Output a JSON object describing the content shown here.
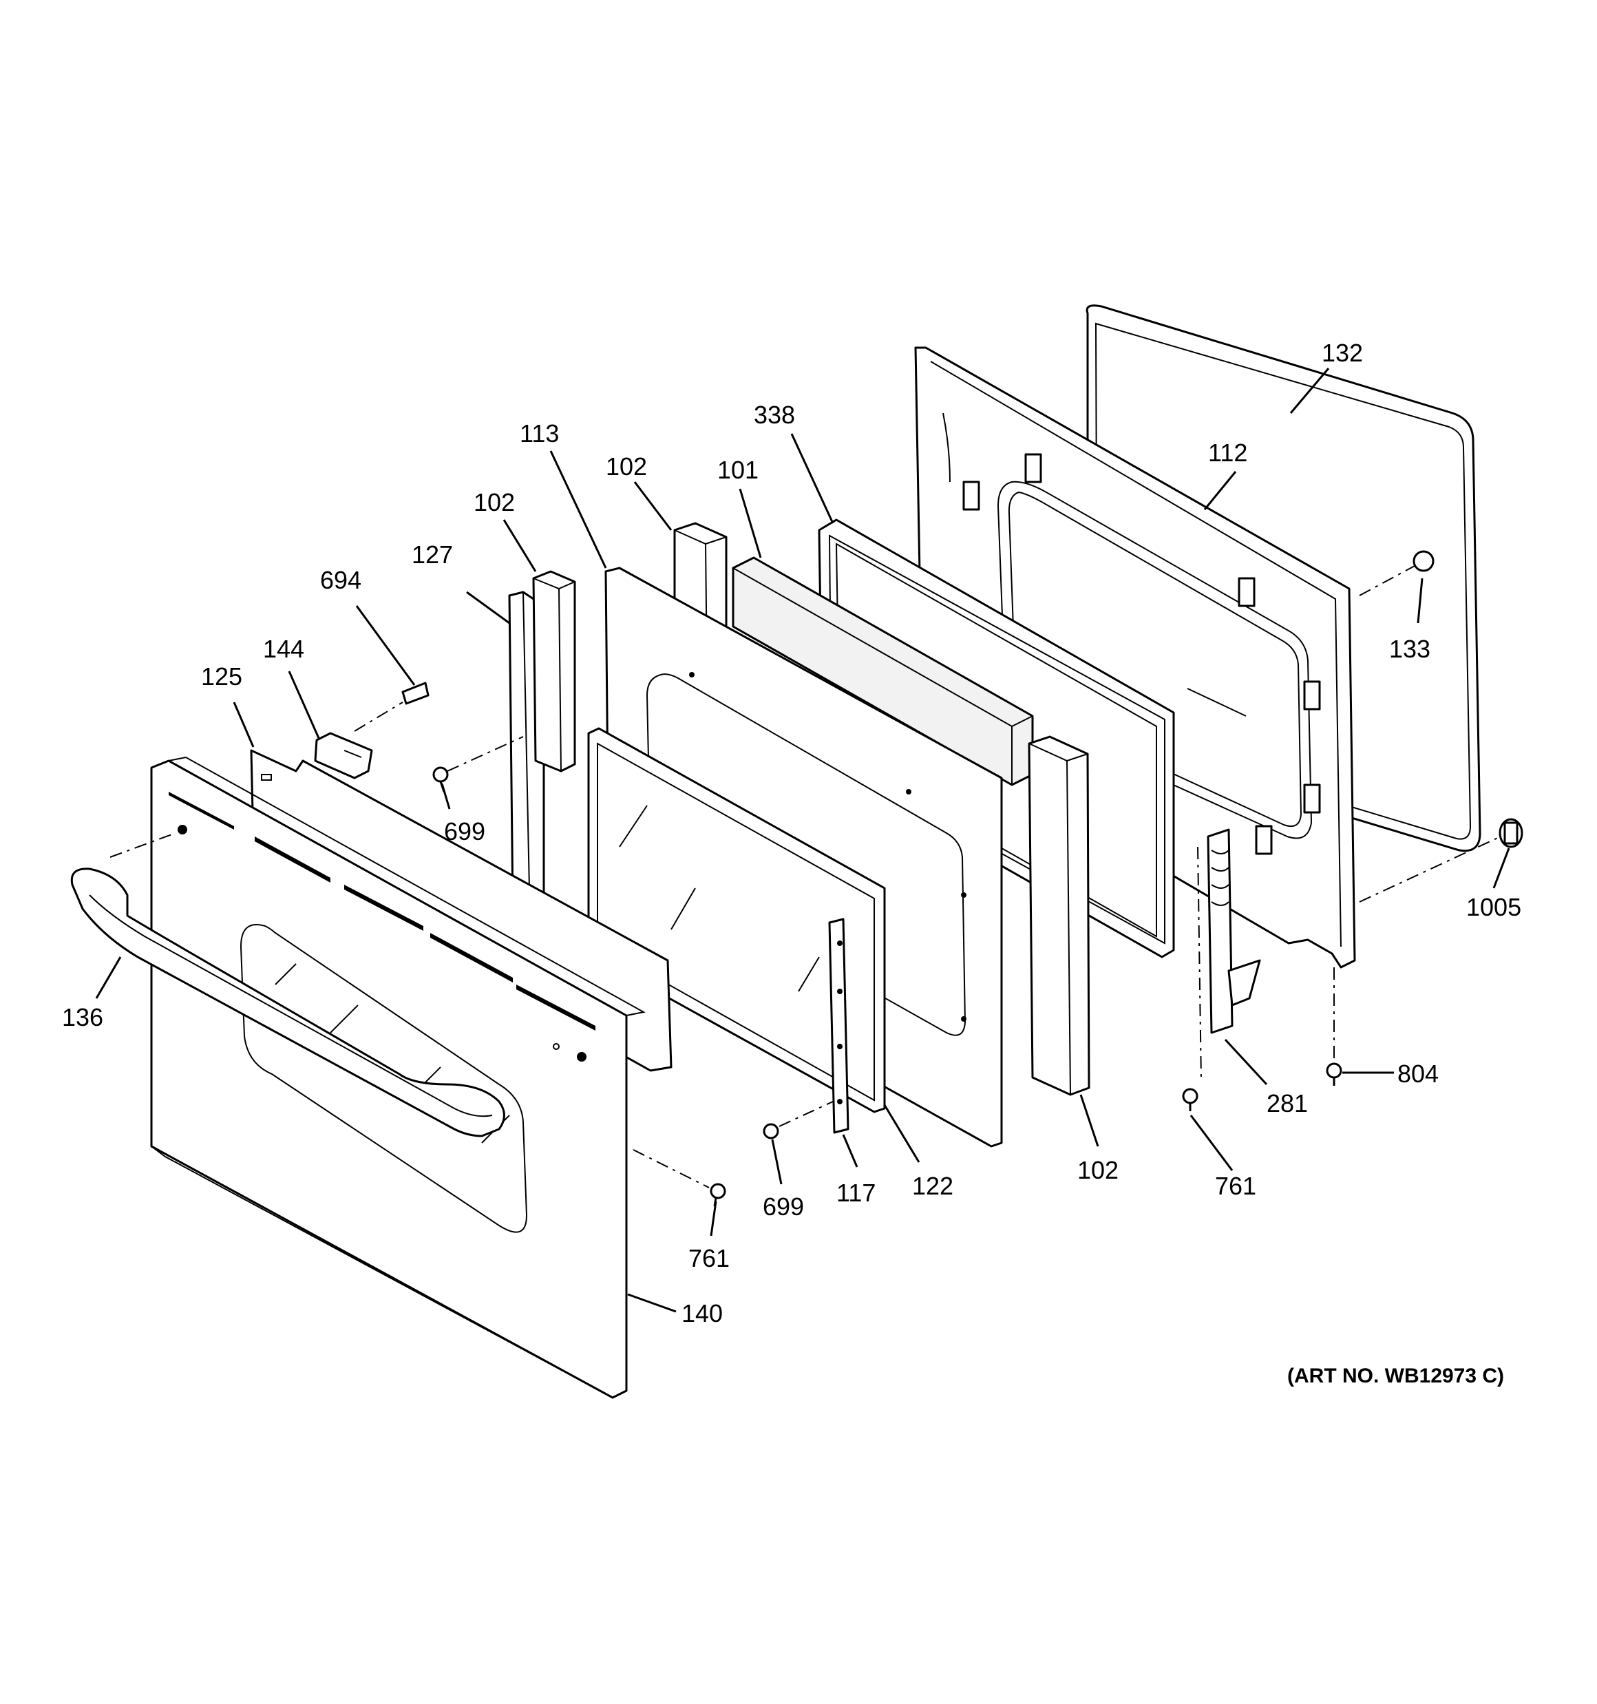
{
  "diagram": {
    "art_number": "(ART NO. WB12973 C)",
    "callouts": [
      {
        "id": "c132",
        "text": "132"
      },
      {
        "id": "c112",
        "text": "112"
      },
      {
        "id": "c133",
        "text": "133"
      },
      {
        "id": "c338",
        "text": "338"
      },
      {
        "id": "c101",
        "text": "101"
      },
      {
        "id": "c102a",
        "text": "102"
      },
      {
        "id": "c113",
        "text": "113"
      },
      {
        "id": "c102b",
        "text": "102"
      },
      {
        "id": "c127",
        "text": "127"
      },
      {
        "id": "c694",
        "text": "694"
      },
      {
        "id": "c144",
        "text": "144"
      },
      {
        "id": "c125",
        "text": "125"
      },
      {
        "id": "c699a",
        "text": "699"
      },
      {
        "id": "c1005",
        "text": "1005"
      },
      {
        "id": "c136",
        "text": "136"
      },
      {
        "id": "c804",
        "text": "804"
      },
      {
        "id": "c281",
        "text": "281"
      },
      {
        "id": "c102c",
        "text": "102"
      },
      {
        "id": "c122",
        "text": "122"
      },
      {
        "id": "c117",
        "text": "117"
      },
      {
        "id": "c699b",
        "text": "699"
      },
      {
        "id": "c761a",
        "text": "761"
      },
      {
        "id": "c761b",
        "text": "761"
      },
      {
        "id": "c140",
        "text": "140"
      }
    ]
  }
}
